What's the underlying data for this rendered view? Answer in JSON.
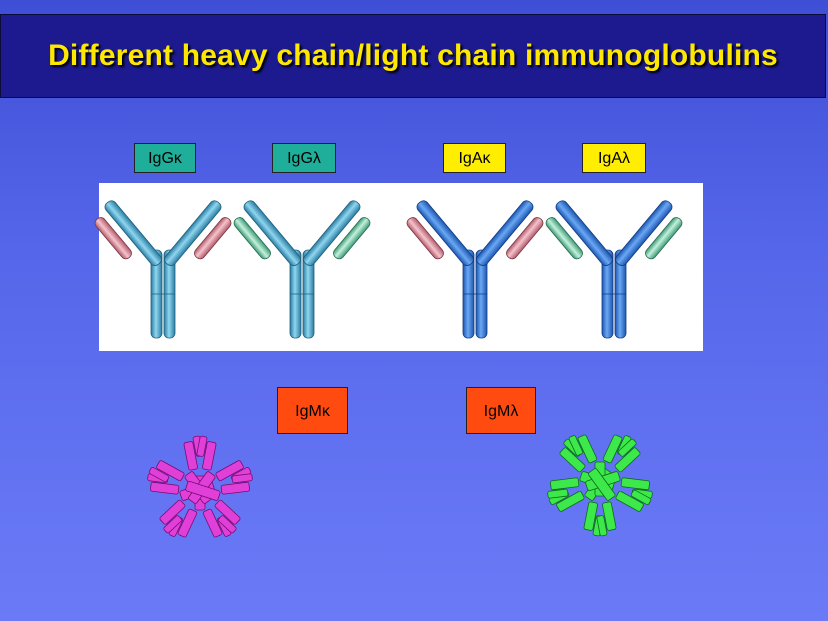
{
  "title": "Different heavy chain/light chain immunoglobulins",
  "labels": {
    "igg_kappa": "IgGκ",
    "igg_lambda": "IgGλ",
    "iga_kappa": "IgAκ",
    "iga_lambda": "IgAλ",
    "igm_kappa": "IgMκ",
    "igm_lambda": "IgMλ"
  },
  "colors": {
    "title_text": "#ffe800",
    "title_bar": "#1c1a8e",
    "igg_heavy": "#4fb0d8",
    "iga_heavy": "#2f7fe0",
    "kappa_light": "#e8a0ac",
    "lambda_light": "#8fd8b8",
    "igm_kappa": "#e040d8",
    "igm_lambda": "#3ce84a"
  }
}
